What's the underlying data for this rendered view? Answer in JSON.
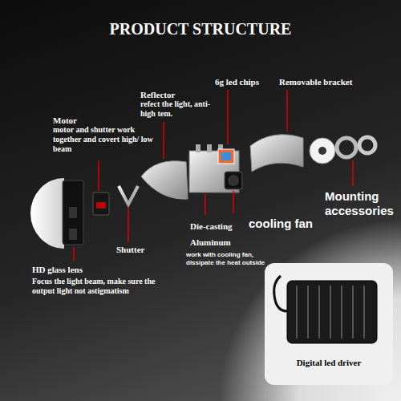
{
  "diagram": {
    "title": "PRODUCT STRUCTURE",
    "nodes": [
      {
        "text": [
          "Digital led driver"
        ]
      }
    ],
    "edges": [],
    "labels": [
      "Reflector",
      "refect the light, anti- high tem.",
      "6g led chips",
      "Removable bracket",
      "Motor",
      "motor and shutter work together and covert high/ low beam",
      "Mounting accessories",
      "Die-casting Aluminum",
      "cooling fan",
      "work with cooling fan, dissipate the heat outside",
      "Shutter",
      "HD glass lens",
      "Focus the light beam, make sure the output light not astigmatism"
    ]
  }
}
